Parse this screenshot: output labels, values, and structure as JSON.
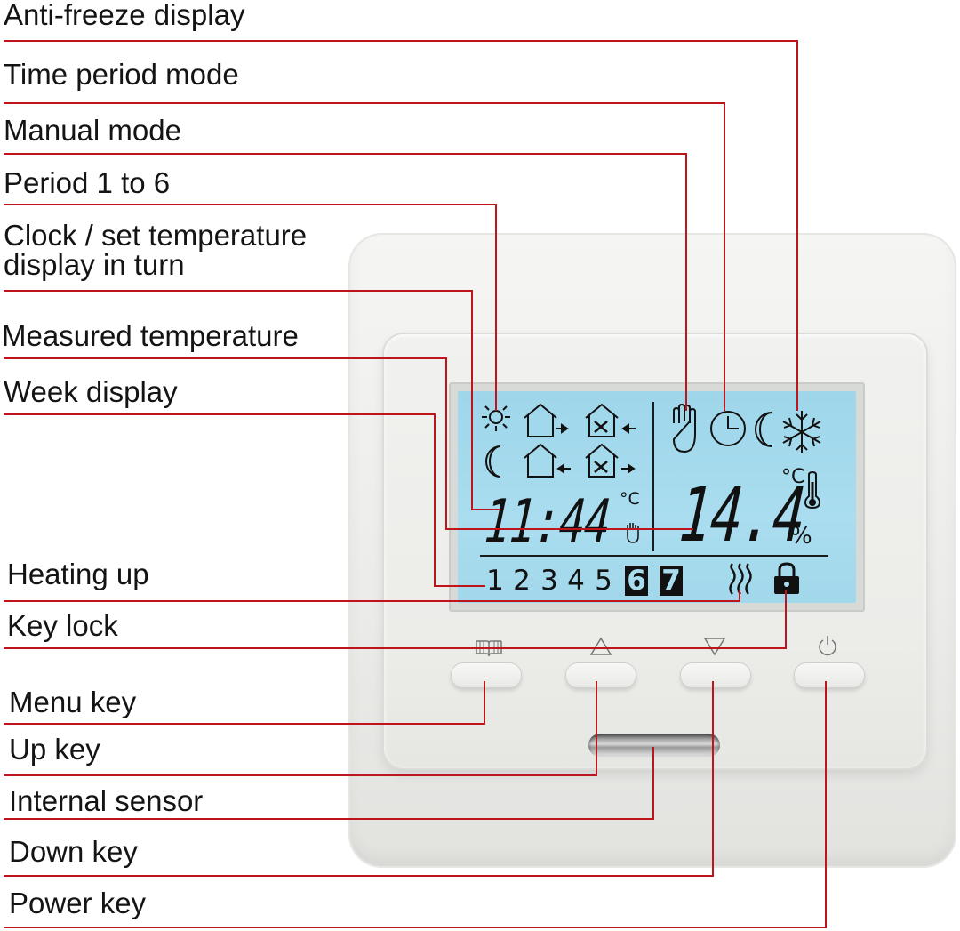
{
  "labels": {
    "anti_freeze": "Anti-freeze display",
    "time_period_mode": "Time period mode",
    "manual_mode": "Manual mode",
    "period": "Period 1 to 6",
    "clock_line1": "Clock / set temperature",
    "clock_line2": "display in turn",
    "measured_temp": "Measured temperature",
    "week_display": "Week display",
    "heating_up": "Heating up",
    "key_lock": "Key lock",
    "menu_key": "Menu key",
    "up_key": "Up key",
    "internal_sensor": "Internal sensor",
    "down_key": "Down key",
    "power_key": "Power key"
  },
  "lcd": {
    "clock": "11:44",
    "clock_unit": "°C",
    "temperature": "14.4",
    "temperature_unit": "°C",
    "humidity_unit": "%",
    "days": [
      "1",
      "2",
      "3",
      "4",
      "5",
      "6",
      "7"
    ],
    "active_days": [
      "6",
      "7"
    ]
  },
  "colors": {
    "leader_line": "#c0141c",
    "lcd_background": "#a6dbee"
  },
  "icons": {
    "lcd": [
      "sun-icon",
      "house-leave-icon",
      "restaurant-enter-icon",
      "moon-icon",
      "house-return-icon",
      "restaurant-leave-icon",
      "hand-icon",
      "clock-icon",
      "moon-icon",
      "snowflake-icon",
      "thermometer-icon",
      "heating-waves-icon",
      "padlock-icon"
    ],
    "buttons": [
      "book-icon",
      "triangle-up-icon",
      "triangle-down-icon",
      "power-icon"
    ]
  }
}
